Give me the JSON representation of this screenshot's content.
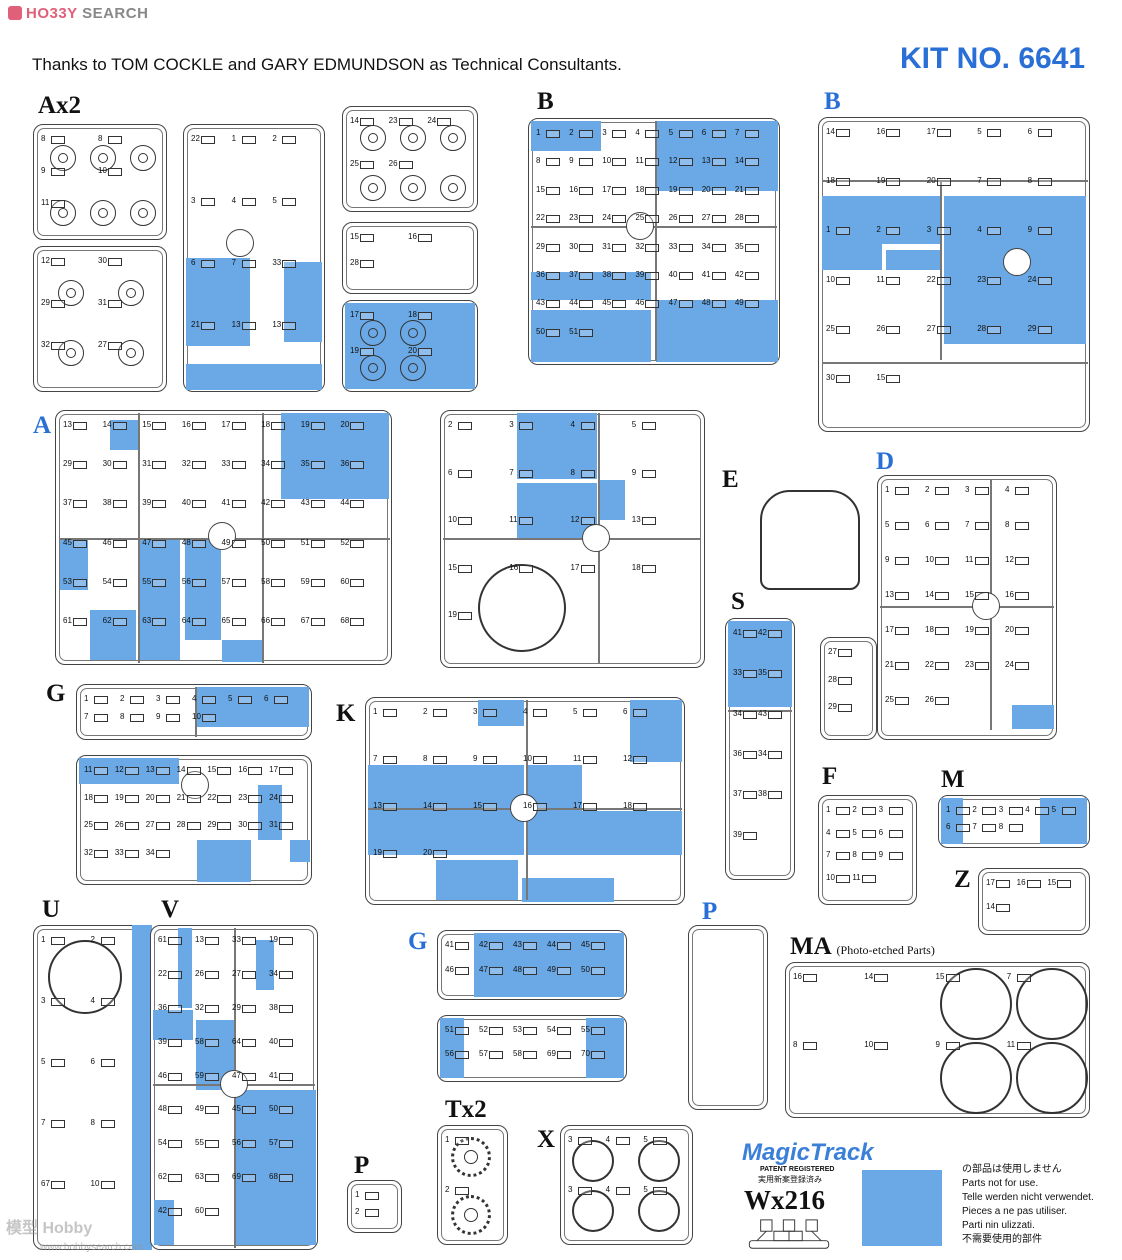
{
  "header": {
    "logo_text_1": "HO33Y",
    "logo_text_2": " SEARCH",
    "thanks": "Thanks to TOM COCKLE and GARY EDMUNDSON as Technical Consultants.",
    "kit_no": "KIT NO. 6641"
  },
  "colors": {
    "not_used_blue": "#6aa9e6",
    "label_blue": "#2a6fd6",
    "logo_pink": "#e0607a"
  },
  "sprues": [
    {
      "label": "Ax2",
      "label_color": "black",
      "parts": [
        "8",
        "8",
        "9",
        "10",
        "11",
        "12",
        "30",
        "29",
        "31",
        "32",
        "27",
        "22",
        "1",
        "2",
        "3",
        "4",
        "5",
        "6",
        "7",
        "33",
        "21",
        "13",
        "13",
        "14",
        "23",
        "24",
        "25",
        "26",
        "15",
        "16",
        "28",
        "17",
        "18",
        "19",
        "20"
      ]
    },
    {
      "label": "B",
      "label_color": "black",
      "parts": [
        "1",
        "2",
        "3",
        "4",
        "5",
        "6",
        "7",
        "8",
        "9",
        "10",
        "11",
        "12",
        "13",
        "14",
        "15",
        "16",
        "17",
        "18",
        "19",
        "20",
        "21",
        "22",
        "23",
        "24",
        "25",
        "26",
        "27",
        "28",
        "29",
        "30",
        "31",
        "32",
        "33",
        "34",
        "35",
        "36",
        "37",
        "38",
        "39",
        "40",
        "41",
        "42",
        "43",
        "44",
        "45",
        "46",
        "47",
        "48",
        "49",
        "50",
        "51"
      ]
    },
    {
      "label": "B",
      "label_color": "blue",
      "parts": [
        "14",
        "16",
        "17",
        "5",
        "6",
        "18",
        "19",
        "20",
        "7",
        "8",
        "1",
        "2",
        "3",
        "4",
        "9",
        "10",
        "11",
        "22",
        "23",
        "24",
        "25",
        "26",
        "27",
        "28",
        "29",
        "30",
        "15"
      ]
    },
    {
      "label": "A",
      "label_color": "blue",
      "parts": [
        "13",
        "14",
        "15",
        "16",
        "17",
        "18",
        "19",
        "20",
        "29",
        "30",
        "31",
        "32",
        "33",
        "34",
        "35",
        "36",
        "37",
        "38",
        "39",
        "40",
        "41",
        "42",
        "43",
        "44",
        "45",
        "46",
        "47",
        "48",
        "49",
        "50",
        "51",
        "52",
        "53",
        "54",
        "55",
        "56",
        "57",
        "58",
        "59",
        "60",
        "61",
        "62",
        "63",
        "64",
        "65",
        "66",
        "67",
        "68"
      ]
    },
    {
      "label": "E",
      "label_color": "black",
      "parts": [
        "2",
        "3",
        "4",
        "5",
        "6",
        "7",
        "8",
        "9",
        "10",
        "11",
        "12",
        "13",
        "15",
        "16",
        "17",
        "18",
        "19"
      ]
    },
    {
      "label": "D",
      "label_color": "blue",
      "parts": [
        "1",
        "2",
        "3",
        "4",
        "5",
        "6",
        "7",
        "8",
        "9",
        "10",
        "11",
        "12",
        "13",
        "14",
        "15",
        "16",
        "17",
        "18",
        "19",
        "20",
        "21",
        "22",
        "23",
        "24",
        "25",
        "26",
        "27",
        "28",
        "29"
      ]
    },
    {
      "label": "S",
      "label_color": "black",
      "parts": [
        "41",
        "42",
        "33",
        "35",
        "34",
        "43",
        "36",
        "34",
        "37",
        "38",
        "39"
      ]
    },
    {
      "label": "G",
      "label_color": "black",
      "parts": [
        "1",
        "2",
        "3",
        "4",
        "5",
        "6",
        "7",
        "8",
        "9",
        "10",
        "11",
        "12",
        "13",
        "14",
        "15",
        "16",
        "17",
        "18",
        "19",
        "20",
        "21",
        "22",
        "23",
        "24",
        "25",
        "26",
        "27",
        "28",
        "29",
        "30",
        "31",
        "32",
        "33",
        "34"
      ]
    },
    {
      "label": "K",
      "label_color": "black",
      "parts": [
        "1",
        "2",
        "3",
        "4",
        "5",
        "6",
        "7",
        "8",
        "9",
        "10",
        "11",
        "12",
        "13",
        "14",
        "15",
        "16",
        "17",
        "18",
        "19",
        "20"
      ]
    },
    {
      "label": "F",
      "label_color": "black",
      "parts": [
        "1",
        "2",
        "3",
        "4",
        "5",
        "6",
        "7",
        "8",
        "9",
        "10",
        "11"
      ]
    },
    {
      "label": "M",
      "label_color": "black",
      "parts": [
        "1",
        "2",
        "3",
        "4",
        "5",
        "6",
        "7",
        "8"
      ]
    },
    {
      "label": "Z",
      "label_color": "black",
      "parts": [
        "17",
        "16",
        "15",
        "14"
      ]
    },
    {
      "label": "U",
      "label_color": "black",
      "parts": [
        "1",
        "2",
        "3",
        "4",
        "5",
        "6",
        "7",
        "8",
        "67",
        "10"
      ]
    },
    {
      "label": "V",
      "label_color": "black",
      "parts": [
        "61",
        "13",
        "33",
        "19",
        "22",
        "26",
        "27",
        "34",
        "36",
        "32",
        "29",
        "38",
        "39",
        "58",
        "64",
        "40",
        "46",
        "59",
        "47",
        "41",
        "48",
        "49",
        "45",
        "50",
        "54",
        "55",
        "56",
        "57",
        "62",
        "63",
        "69",
        "68",
        "42",
        "60"
      ]
    },
    {
      "label": "G",
      "label_color": "blue",
      "parts": [
        "41",
        "42",
        "43",
        "44",
        "45",
        "46",
        "47",
        "48",
        "49",
        "50",
        "51",
        "52",
        "53",
        "54",
        "55",
        "56",
        "57",
        "58",
        "69",
        "70"
      ]
    },
    {
      "label": "P",
      "label_color": "blue",
      "parts": []
    },
    {
      "label": "MA",
      "label_color": "black",
      "subtitle": "(Photo-etched Parts)",
      "parts": [
        "16",
        "14",
        "15",
        "7",
        "8",
        "10",
        "9",
        "11"
      ]
    },
    {
      "label": "Tx2",
      "label_color": "black",
      "parts": [
        "1",
        "2"
      ]
    },
    {
      "label": "X",
      "label_color": "black",
      "parts": [
        "3",
        "4",
        "5",
        "3",
        "4",
        "5"
      ]
    },
    {
      "label": "P",
      "label_color": "black",
      "parts": [
        "1",
        "2"
      ]
    }
  ],
  "magic_track": {
    "brand": "MagicTrack",
    "patent": "PATENT REGISTERED",
    "patent_jp": "実用新案登録済み",
    "count": "Wx216"
  },
  "legend": {
    "lines": [
      "の部品は使用しません",
      "Parts not for use.",
      "Telle werden nicht verwendet.",
      "Pieces a ne pas utiliser.",
      "Parti nin ulizzati.",
      "不需要使用的部件"
    ]
  },
  "watermark": {
    "text": "模型 Hobby",
    "url": "www.hobbysearch.com"
  }
}
